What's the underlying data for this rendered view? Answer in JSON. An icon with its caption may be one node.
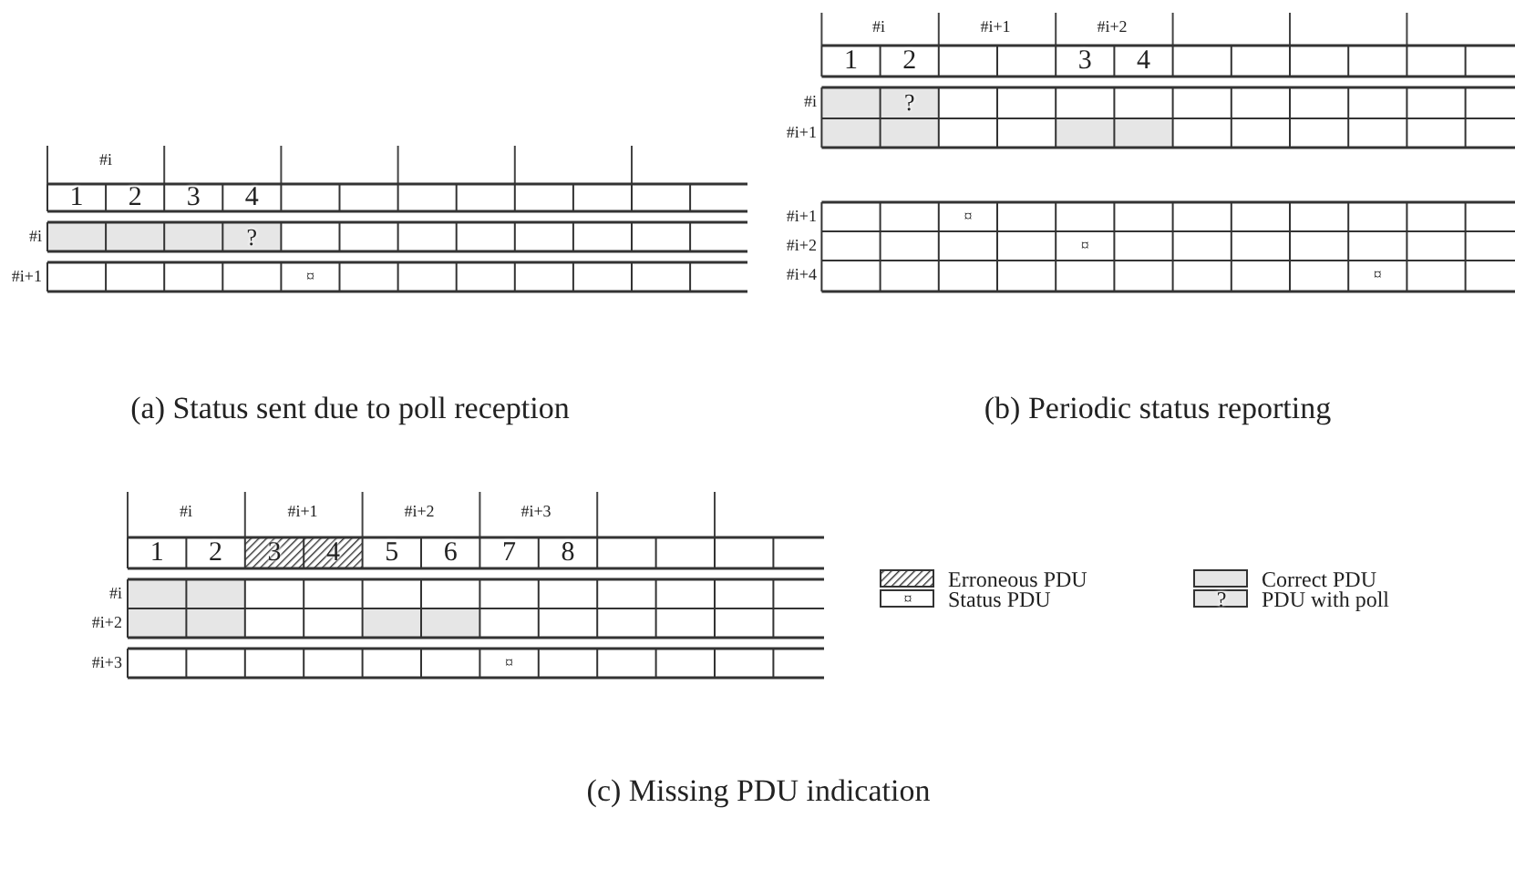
{
  "diagram": {
    "labels": [
      "#i",
      "1",
      "2",
      "3",
      "4",
      "#i",
      "?",
      "#i+1",
      "¤",
      "#i",
      "#i+1",
      "#i+2",
      "1",
      "2",
      "3",
      "4",
      "#i",
      "?",
      "#i+1",
      "#i+1",
      "¤",
      "#i+2",
      "¤",
      "#i+4",
      "¤",
      "#i",
      "#i+1",
      "#i+2",
      "#i+3",
      "1",
      "2",
      "3",
      "4",
      "5",
      "6",
      "7",
      "8",
      "#i",
      "#i+2",
      "#i+3",
      "¤",
      "¤",
      "?",
      "(a) Status sent due to poll reception",
      "(b) Periodic status reporting",
      "(c) Missing PDU indication"
    ],
    "legend": [
      {
        "text": "Erroneous PDU"
      },
      {
        "text": "Correct PDU",
        "color": "#e6e6e6"
      },
      {
        "text": "Status PDU",
        "color": "#ffffff"
      },
      {
        "text": "PDU with poll",
        "color": "#e6e6e6"
      }
    ]
  }
}
